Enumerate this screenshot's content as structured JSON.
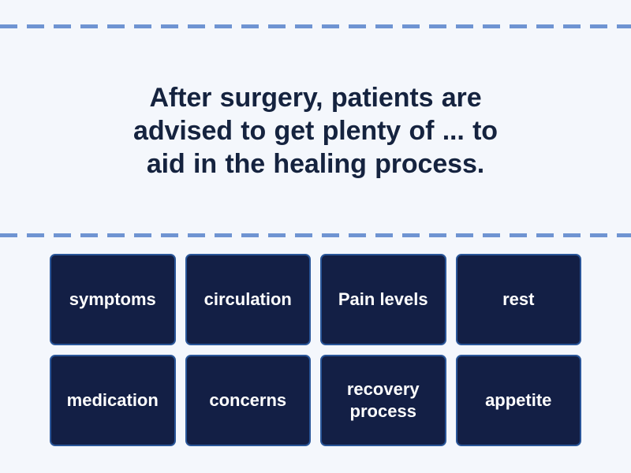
{
  "theme": {
    "background": "#f4f7fc",
    "dash_color": "#6f94d2",
    "tile_fill": "#131f45",
    "tile_border": "#2a5699",
    "tile_text": "#ffffff",
    "prompt_text": "#15233f"
  },
  "prompt": {
    "text": "After surgery, patients are advised to get plenty of ... to aid in the healing process."
  },
  "answers": {
    "rows": [
      [
        {
          "label": "symptoms"
        },
        {
          "label": "circulation"
        },
        {
          "label": "Pain levels"
        },
        {
          "label": "rest"
        }
      ],
      [
        {
          "label": "medication"
        },
        {
          "label": "concerns"
        },
        {
          "label": "recovery process"
        },
        {
          "label": "appetite"
        }
      ]
    ]
  }
}
